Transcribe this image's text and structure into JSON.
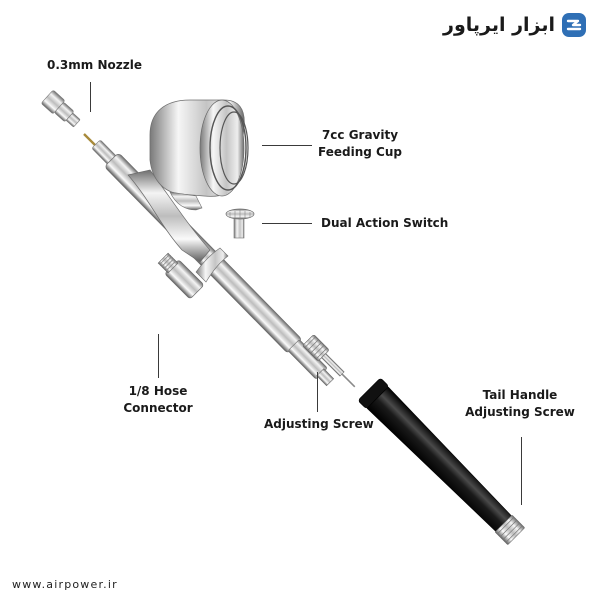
{
  "brand": {
    "name": "ابزار ایرپاور",
    "logo_icon": "airpower-logo-icon",
    "logo_color": "#2f6fb5"
  },
  "footer": {
    "url": "www.airpower.ir"
  },
  "callouts": {
    "nozzle": "0.3mm Nozzle",
    "cup_line1": "7cc Gravity",
    "cup_line2": "Feeding Cup",
    "switch": "Dual Action Switch",
    "hose_line1": "1/8 Hose",
    "hose_line2": "Connector",
    "adjusting_screw": "Adjusting Screw",
    "tail_line1": "Tail Handle",
    "tail_line2": "Adjusting Screw"
  },
  "colors": {
    "chrome": "#c8c8c8",
    "chrome_dark": "#7a7a7a",
    "handle": "#1b1b1b",
    "leader": "#3a3a3a"
  }
}
